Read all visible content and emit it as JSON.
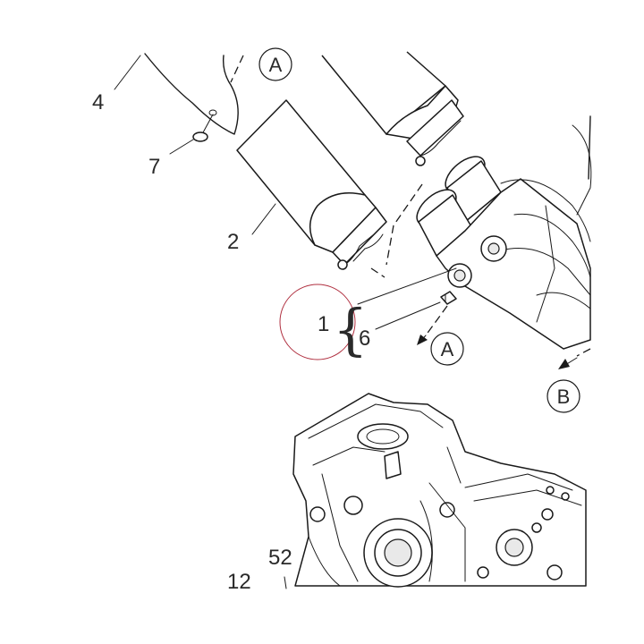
{
  "callouts": {
    "top_a": "A",
    "mid_a": "A",
    "b": "B"
  },
  "part_numbers": {
    "p1": "1",
    "p2": "2",
    "p4": "4",
    "p6": "6",
    "p7": "7",
    "p12": "12",
    "p52": "52"
  },
  "colors": {
    "line": "#1a1a1a",
    "highlight_circle": "#b03040"
  }
}
